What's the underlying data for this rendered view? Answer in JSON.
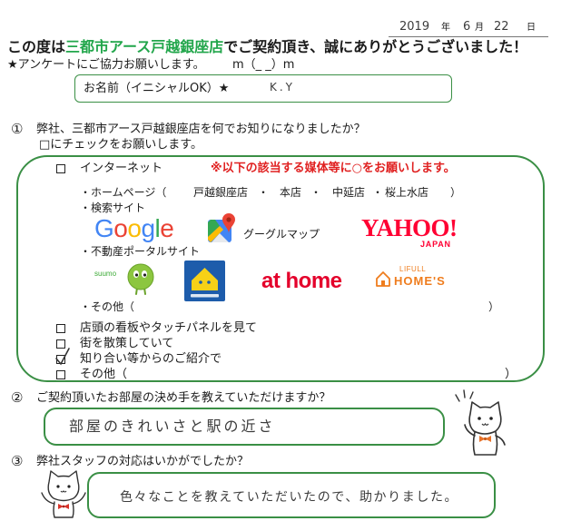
{
  "date": {
    "year": "2019",
    "year_unit": "年",
    "month": "6",
    "month_unit": "月",
    "day": "22",
    "day_unit": "日"
  },
  "header": {
    "title_pre": "この度は",
    "title_store": "三都市アース戸越銀座店",
    "title_post": "でご契約頂き、誠にありがとうございました！",
    "request": "★アンケートにご協力お願いします。",
    "emoticon": "m（_ _）m"
  },
  "name_field": {
    "label": "お名前（イニシャルOK）★",
    "value": "K.Y"
  },
  "q1": {
    "number": "①",
    "question": "弊社、三都市アース戸越銀座店を何でお知りになりましたか？",
    "instruction": "□にチェックをお願いします。",
    "internet": {
      "label": "インターネット",
      "checked": false,
      "note": "※以下の該当する媒体等に○をお願いします。",
      "homepage_label": "・ホームページ（",
      "homepage_options": [
        "戸越銀座店",
        "本店",
        "中延店",
        "桜上水店"
      ],
      "separator": "・",
      "close": "）",
      "search_label": "・検索サイト",
      "google": {
        "text": "Google",
        "colors": [
          "#4285F4",
          "#EA4335",
          "#FBBC05",
          "#4285F4",
          "#34A853",
          "#EA4335"
        ]
      },
      "google_maps_label": "グーグルマップ",
      "yahoo": {
        "text": "YAHOO!",
        "sub": "JAPAN",
        "color": "#FF0033"
      },
      "portal_label": "・不動産ポータルサイト",
      "suumo": {
        "text": "suumo",
        "color": "#3BAA35"
      },
      "athome": {
        "text": "at home",
        "color": "#E4002B"
      },
      "lifull": {
        "text": "LIFULL",
        "sub": "HOME'S",
        "color": "#EF7D1E"
      },
      "other_label": "・その他（",
      "other_close": "）"
    },
    "options": [
      {
        "label": "店頭の看板やタッチパネルを見て",
        "checked": false
      },
      {
        "label": "街を散策していて",
        "checked": false
      },
      {
        "label": "知り合い等からのご紹介で",
        "checked": true
      },
      {
        "label": "その他（",
        "checked": false
      }
    ],
    "other_close": "）"
  },
  "q2": {
    "number": "②",
    "question": "ご契約頂いたお部屋の決め手を教えていただけますか？",
    "answer": "部屋のきれいさと駅の近さ"
  },
  "q3": {
    "number": "③",
    "question": "弊社スタッフの対応はいかがでしたか？",
    "answer": "色々なことを教えていただいたので、助かりました。"
  },
  "colors": {
    "accent": "#22A64B",
    "frame": "#3A8F45",
    "note": "#E02020",
    "ink": "#3C3C3C"
  }
}
